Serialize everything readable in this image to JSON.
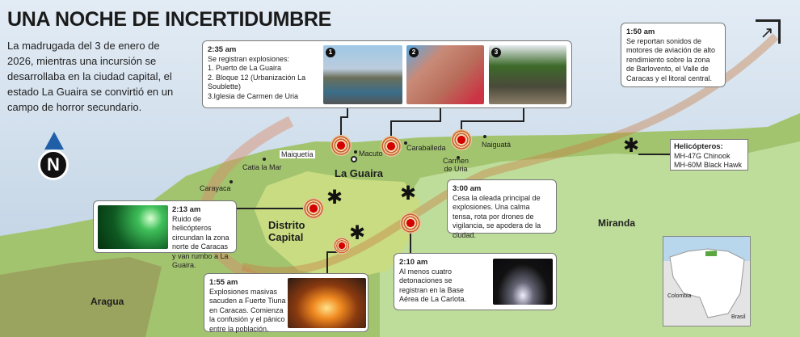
{
  "title": "UNA NOCHE DE INCERTIDUMBRE",
  "intro": "La madrugada del 3 de enero de 2026, mientras una incursión se desarrollaba en la ciudad capital, el estado La Guaira se convirtió en un campo de horror secundario.",
  "events": {
    "e235": {
      "time": "2:35 am",
      "text": "Se registran explosiones:",
      "items": [
        "1. Puerto de La Guaira",
        "2. Bloque 12 (Urbanización La Soublette)",
        "3.Iglesia de Carmen de Uria"
      ],
      "photo_numbers": [
        "1",
        "2",
        "3"
      ]
    },
    "e150": {
      "time": "1:50 am",
      "text": "Se reportan sonidos de motores de aviación de alto rendimiento sobre la zona de Barlovento, el Valle de Caracas y el litoral central."
    },
    "e213": {
      "time": "2:13 am",
      "text": "Ruido de helicópteros circundan la zona norte de Caracas y van rumbo a La Guaira."
    },
    "e300": {
      "time": "3:00 am",
      "text": "Cesa la oleada principal de explosiones. Una calma tensa, rota por drones de vigilancia, se apodera de la ciudad."
    },
    "e210": {
      "time": "2:10 am",
      "text": "Al menos cuatro detonaciones se registran en la Base Aérea de La Carlota."
    },
    "e155": {
      "time": "1:55 am",
      "text": "Explosiones masivas sacuden a Fuerte Tiuna en Caracas. Comienza la confusión y el pánico entre la población."
    }
  },
  "helicopters": {
    "title": "Helicópteros:",
    "models": [
      "MH-47G Chinook",
      "MH-60M Black Hawk"
    ]
  },
  "places": {
    "maiquetia": "Maiquetía",
    "catia": "Catia la Mar",
    "carayaca": "Carayaca",
    "la_guaira": "La Guaira",
    "macuto": "Macuto",
    "caraballeda": "Caraballeda",
    "naiguata": "Naiguatá",
    "carmen": "Carmen de Uria",
    "distrito": "Distrito Capital",
    "miranda": "Miranda",
    "aragua": "Aragua"
  },
  "inset": {
    "colombia": "Colombia",
    "brasil": "Brasil"
  },
  "compass": "N",
  "colors": {
    "sea": "#dfe9f3",
    "land": "#a3c46f",
    "capital": "#c9dc82",
    "miranda": "#bedd9a",
    "aragua": "#9aa45e",
    "blast": "#d40000"
  }
}
